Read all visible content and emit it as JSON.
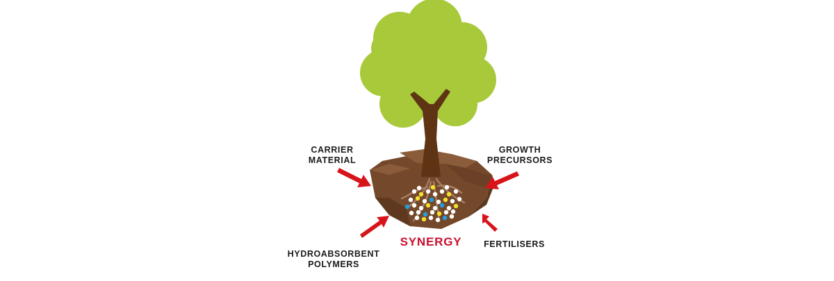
{
  "labels": {
    "carrier_material": [
      "CARRIER",
      "MATERIAL"
    ],
    "growth_precursors": [
      "GROWTH",
      "PRECURSORS"
    ],
    "hydroabsorbent_polymers": [
      "HYDROABSORBENT",
      "POLYMERS"
    ],
    "fertilisers": [
      "FERTILISERS"
    ],
    "synergy": "SYNERGY"
  },
  "colors": {
    "canopy": "#a8c93a",
    "trunk": "#5e3415",
    "soil": "#74482a",
    "soil_dark": "#5e3920",
    "soil_light": "#8a5c3a",
    "arrow": "#d7141a",
    "synergy_text": "#c8102e",
    "granule_white": "#ffffff",
    "granule_yellow": "#f5e12b",
    "granule_blue": "#1ea0e0"
  },
  "icons": [
    "tree-canopy",
    "tree-trunk",
    "soil-block",
    "roots",
    "granules",
    "red-arrow"
  ]
}
